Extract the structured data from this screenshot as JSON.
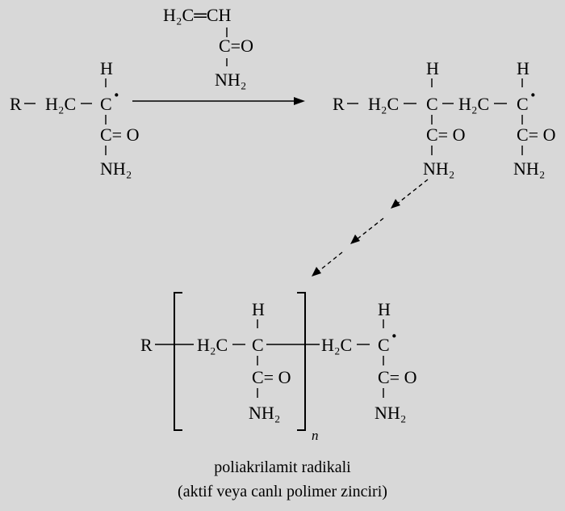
{
  "scheme": {
    "background_color": "#d8d8d8",
    "monomer": {
      "top_formula": "H₂C═CH",
      "carbonyl": "C=O",
      "amine": "NH₂"
    },
    "radical_labels": {
      "r": "R",
      "ch2": "H₂C",
      "h": "H",
      "c": "C",
      "carbonyl": "C= O",
      "amine": "NH₂",
      "radical_dot": "·"
    },
    "repeat_index": "n",
    "caption": {
      "line1": "poliakrilamit radikali",
      "line2": "(aktif veya canlı polimer zinciri)"
    }
  }
}
